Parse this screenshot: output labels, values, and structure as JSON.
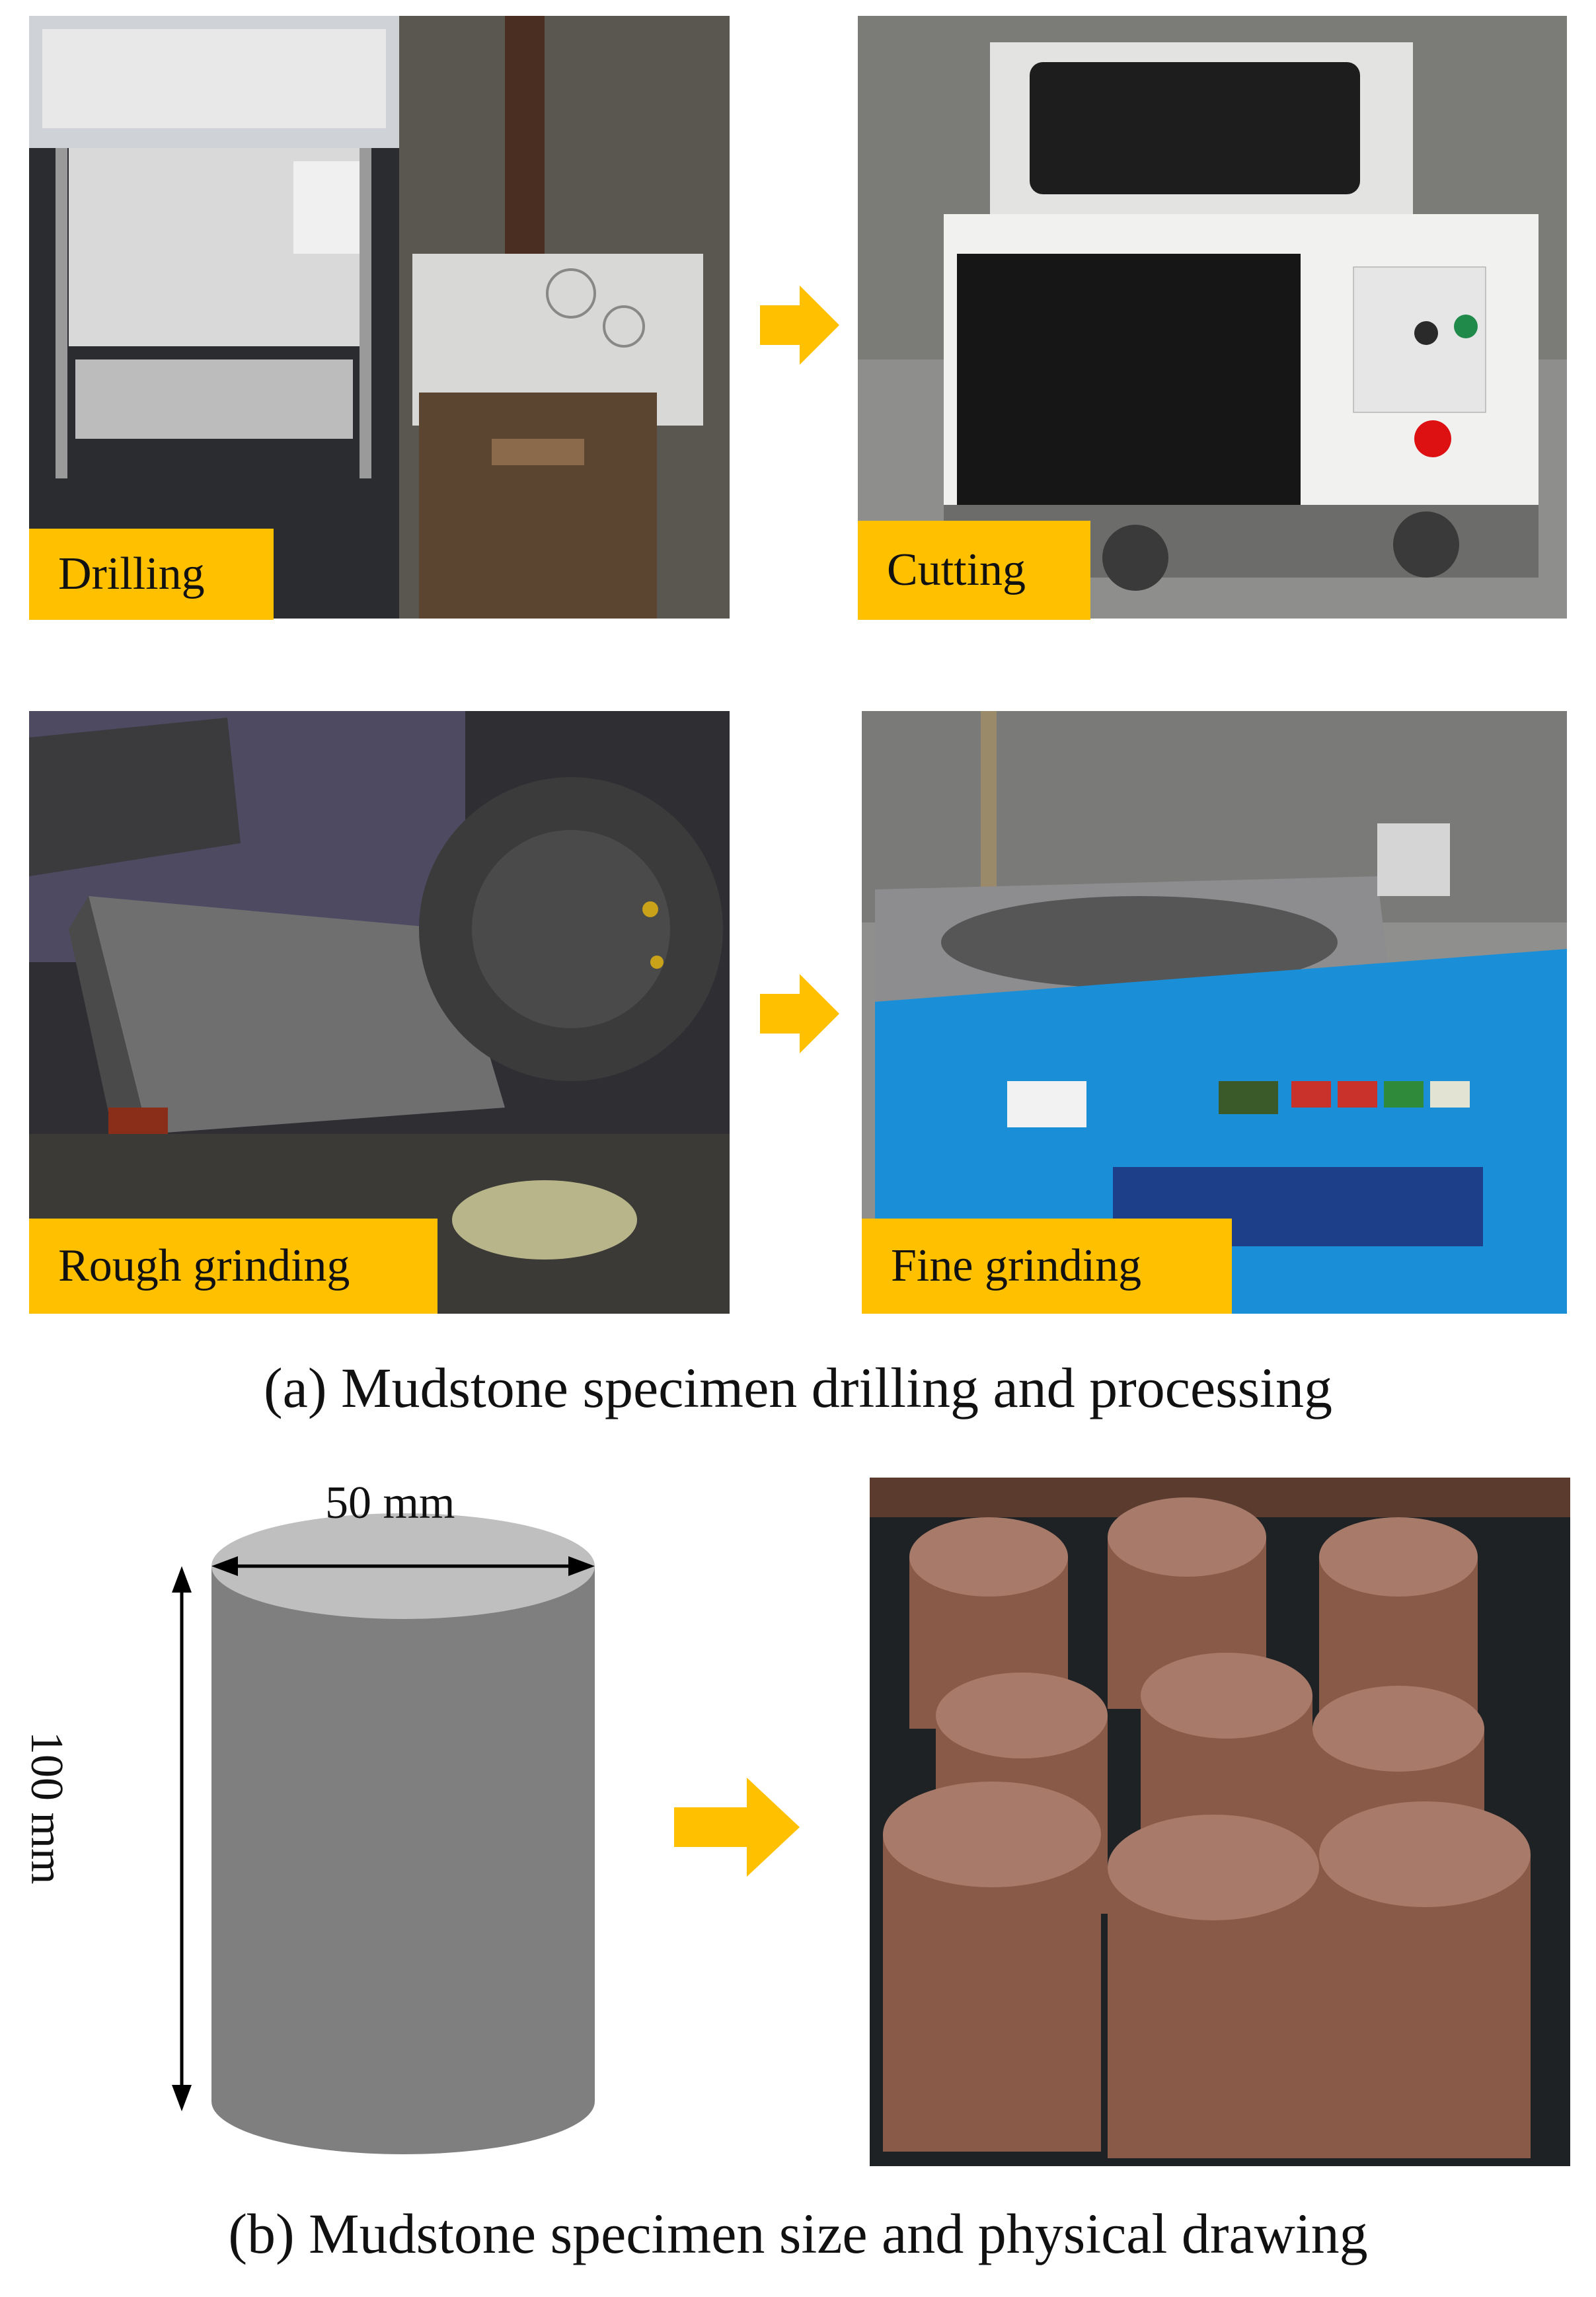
{
  "panel_a": {
    "steps": [
      {
        "label": "Drilling"
      },
      {
        "label": "Cutting"
      },
      {
        "label": "Rough grinding"
      },
      {
        "label": "Fine grinding"
      }
    ],
    "caption": "(a) Mudstone specimen drilling and processing"
  },
  "panel_b": {
    "diameter_label": "50 mm",
    "height_label": "100 mm",
    "caption": "(b) Mudstone specimen size and physical drawing"
  },
  "colors": {
    "label_bg": "#ffc000",
    "arrow": "#ffc000",
    "cylinder_body": "#7f7f7f",
    "cylinder_top": "#bfbfbf"
  },
  "icons": [
    "arrow-right-icon",
    "double-arrow-icon"
  ]
}
